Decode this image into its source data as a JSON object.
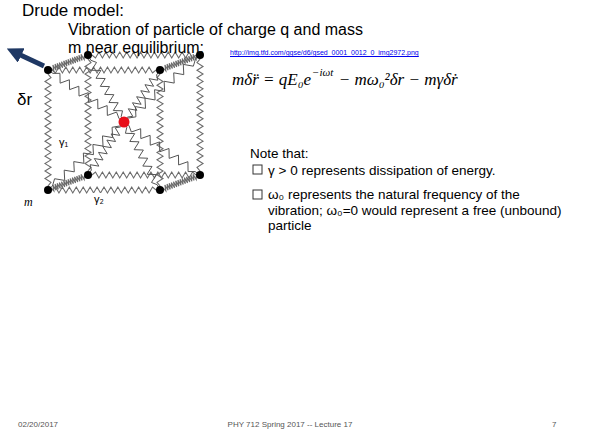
{
  "diagram": {
    "title": "Drude model:",
    "labels": [
      "Vibration of particle of charge q and mass m near equilibrium:",
      "δr",
      "γ₁",
      "γ₂",
      "m",
      "http://img.tfd.com/ggse/d6/gsed_0001_0012_0_img2972.png",
      "mδr̈ = qE₀e",
      "−iωt",
      " − mω₀²δr − mγδṙ",
      "Note that:",
      "γ > 0 represents dissipation of energy.",
      "ω₀ represents the natural frequency of the vibration; ω₀=0 would represent a free (unbound) particle",
      "02/20/2017",
      "PHY 712 Spring 2017 -- Lecture 17",
      "7"
    ]
  }
}
